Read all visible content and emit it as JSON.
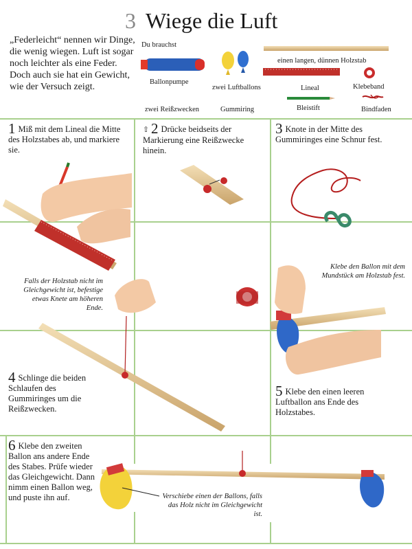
{
  "title": {
    "number": "3",
    "text": "Wiege die Luft"
  },
  "intro": "„Federleicht“ nennen wir Dinge, die wenig wiegen. Luft ist sogar noch leichter als eine Feder. Doch auch sie hat ein Gewicht, wie der Versuch zeigt.",
  "materials": {
    "heading": "Du brauchst",
    "pump": "Ballonpumpe",
    "balloons": "zwei Luftballons",
    "stick": "einen langen, dünnen Holzstab",
    "ruler": "Lineal",
    "tape": "Klebeband",
    "pins": "zwei Reißzwecken",
    "rubber": "Gummiring",
    "pencil": "Bleistift",
    "string": "Bindfaden"
  },
  "steps": [
    {
      "num": "1",
      "text": "Miß mit dem Lineal die Mitte des Holzstabes ab, und markiere sie."
    },
    {
      "num": "2",
      "text": "Drücke beidseits der Markierung eine Reißzwecke hinein."
    },
    {
      "num": "3",
      "text": "Knote in der Mitte des Gummiringes eine Schnur fest."
    },
    {
      "num": "4",
      "text": "Schlinge die beiden Schlaufen des Gummiringes um die Reißzwecken."
    },
    {
      "num": "5",
      "text": "Klebe den einen leeren Luftballon ans Ende des Holzstabes."
    },
    {
      "num": "6",
      "text": "Klebe den zweiten Ballon ans andere Ende des Stabes. Prüfe wieder das Gleichgewicht. Dann nimm einen Ballon weg, und puste ihn auf."
    }
  ],
  "notes": {
    "balance": "Falls der Holzstab nicht im Gleichgewicht ist, befestige etwas Knete am höheren Ende.",
    "glue": "Klebe den Ballon mit dem Mundstück am Holzstab fest.",
    "move": "Verschiebe einen der Ballons, falls das Holz nicht im Gleichgewicht ist."
  }
}
